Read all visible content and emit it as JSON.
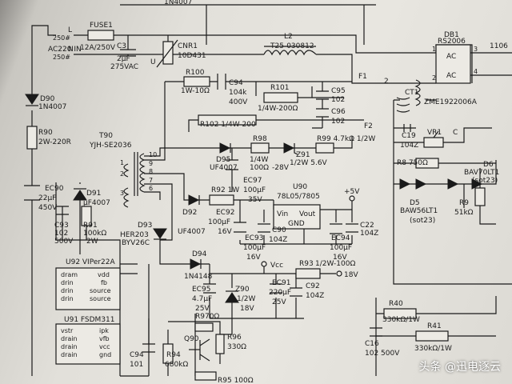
{
  "watermark": "头条 @迅电逐云",
  "schematic": {
    "top_cut_label": "1N4007",
    "mains": {
      "L": "L",
      "N": "N",
      "input": "AC220 IN",
      "pad_L": "250#",
      "pad_N": "250#"
    },
    "fuse": {
      "ref": "FUSE1",
      "value": "12A/250V"
    },
    "c3": {
      "ref": "C3",
      "value": "2µF",
      "rating": "275VAC"
    },
    "cnr1": {
      "ref": "CNR1",
      "value": "10D431",
      "u": "U"
    },
    "l2": {
      "ref": "L2",
      "value": "T25-030812"
    },
    "db1": {
      "ref": "DB1",
      "value": "RS2006",
      "ac1": "AC",
      "ac2": "AC",
      "pin1": "1",
      "pin2": "2",
      "pin3": "3",
      "pin4": "4",
      "side": "1106"
    },
    "ct1": {
      "ref": "CT1",
      "value": "ZME1922006A",
      "pin2": "2"
    },
    "r100": {
      "ref": "R100",
      "value": "1W-10Ω"
    },
    "c94": {
      "ref": "C94",
      "value": "104k",
      "rating": "400V"
    },
    "r101": {
      "ref": "R101",
      "value": "1/4W-200Ω"
    },
    "c95": {
      "ref": "C95",
      "value": "102"
    },
    "c96": {
      "ref": "C96",
      "value": "102"
    },
    "f1": "F1",
    "f2": "F2",
    "r102": {
      "ref": "R102 1/4W-200"
    },
    "d90": {
      "ref": "D90",
      "value": "1N4007"
    },
    "r90": {
      "ref": "R90",
      "value": "2W-220R"
    },
    "t90": {
      "ref": "T90",
      "value": "YJH-SE2036",
      "p10": "10",
      "p9": "9",
      "p8": "8",
      "p7": "7",
      "p6": "6",
      "p1": "1",
      "p2": "2",
      "p3": "3"
    },
    "d95": {
      "ref": "D95",
      "value": "UF4007"
    },
    "r98": {
      "ref": "R98",
      "value": "1/4W",
      "value2": "100Ω"
    },
    "neg28": "-28V",
    "z91": {
      "ref": "Z91",
      "value": "1/2W 5.6V"
    },
    "r99": {
      "ref": "R99 4.7kΩ 1/2W"
    },
    "ec97": {
      "ref": "EC97",
      "value": "100µF",
      "rating": "35V"
    },
    "u90": {
      "ref": "U90",
      "value": "78L05/7805",
      "vin": "Vin",
      "vout": "Vout",
      "gnd": "GND"
    },
    "plus5": "+5V",
    "c22": {
      "ref": "C22",
      "value": "104Z"
    },
    "ec90": {
      "ref": "EC90",
      "value": "22µF",
      "rating": "450V"
    },
    "d91": {
      "ref": "D91",
      "value": "µF4007"
    },
    "c93": {
      "ref": "C93",
      "value": "102",
      "rating": "500V"
    },
    "r91": {
      "ref": "R91",
      "value": "100kΩ",
      "rating": "2W"
    },
    "d92": {
      "ref": "D92",
      "value": "UF4007"
    },
    "r92": {
      "ref": "R92 1W"
    },
    "ec92": {
      "ref": "EC92",
      "value": "100µF",
      "rating": "16V"
    },
    "ec93": {
      "ref": "EC93",
      "value": "100µF",
      "rating": "16V"
    },
    "c90": {
      "ref": "C90",
      "value": "104Z"
    },
    "ec94": {
      "ref": "EC94",
      "value": "100µF",
      "rating": "16V"
    },
    "d93": {
      "ref": "D93",
      "value": "HER203",
      "value2": "BYV26C"
    },
    "u92": {
      "ref": "U92 VIPer22A",
      "p1": "dram",
      "p2": "drin",
      "p3": "drin",
      "p4": "drin",
      "p5": "vdd",
      "p6": "fb",
      "p7": "source",
      "p8": "source"
    },
    "d94": {
      "ref": "D94",
      "value": "1N4148"
    },
    "vcc": "Vcc",
    "r93": {
      "ref": "R93",
      "value": "1/2W-100Ω"
    },
    "plus18": "18V",
    "ec95": {
      "ref": "EC95",
      "value": "4.7µF",
      "rating": "25V"
    },
    "z90": {
      "ref": "Z90",
      "value": "1/2W",
      "rating": "18V"
    },
    "ec91": {
      "ref": "EC91",
      "value": "220µF",
      "rating": "25V"
    },
    "c92": {
      "ref": "C92",
      "value": "104Z"
    },
    "u91": {
      "ref": "U91 FSDM311",
      "p1": "vstr",
      "p2": "drain",
      "p3": "drain",
      "p4": "drain",
      "p5": "ipk",
      "p6": "vfb",
      "p7": "vcc",
      "p8": "gnd"
    },
    "r970": {
      "ref": "R970Ω"
    },
    "r96": {
      "ref": "R96",
      "value": "330Ω"
    },
    "q90": {
      "ref": "Q90"
    },
    "r94": {
      "ref": "R94",
      "value": "680kΩ"
    },
    "c94b": {
      "ref": "C94",
      "value": "101"
    },
    "r95": {
      "ref": "R95 100Ω"
    },
    "c19": {
      "ref": "C19",
      "value": "104Z"
    },
    "vr1": {
      "ref": "VR1"
    },
    "cnode": "C",
    "r8": {
      "ref": "R8 750Ω"
    },
    "d6": {
      "ref": "D6",
      "value": "BAV70LT1",
      "pkg": "(sot23)"
    },
    "d5": {
      "ref": "D5",
      "value": "BAW56LT1",
      "pkg": "(sot23)"
    },
    "r9": {
      "ref": "R9",
      "value": "51kΩ"
    },
    "r40": {
      "ref": "R40",
      "value": "330kΩ/1W"
    },
    "c16": {
      "ref": "C16",
      "value": "102 500V"
    },
    "r41": {
      "ref": "R41",
      "value": "330kΩ/1W"
    }
  }
}
